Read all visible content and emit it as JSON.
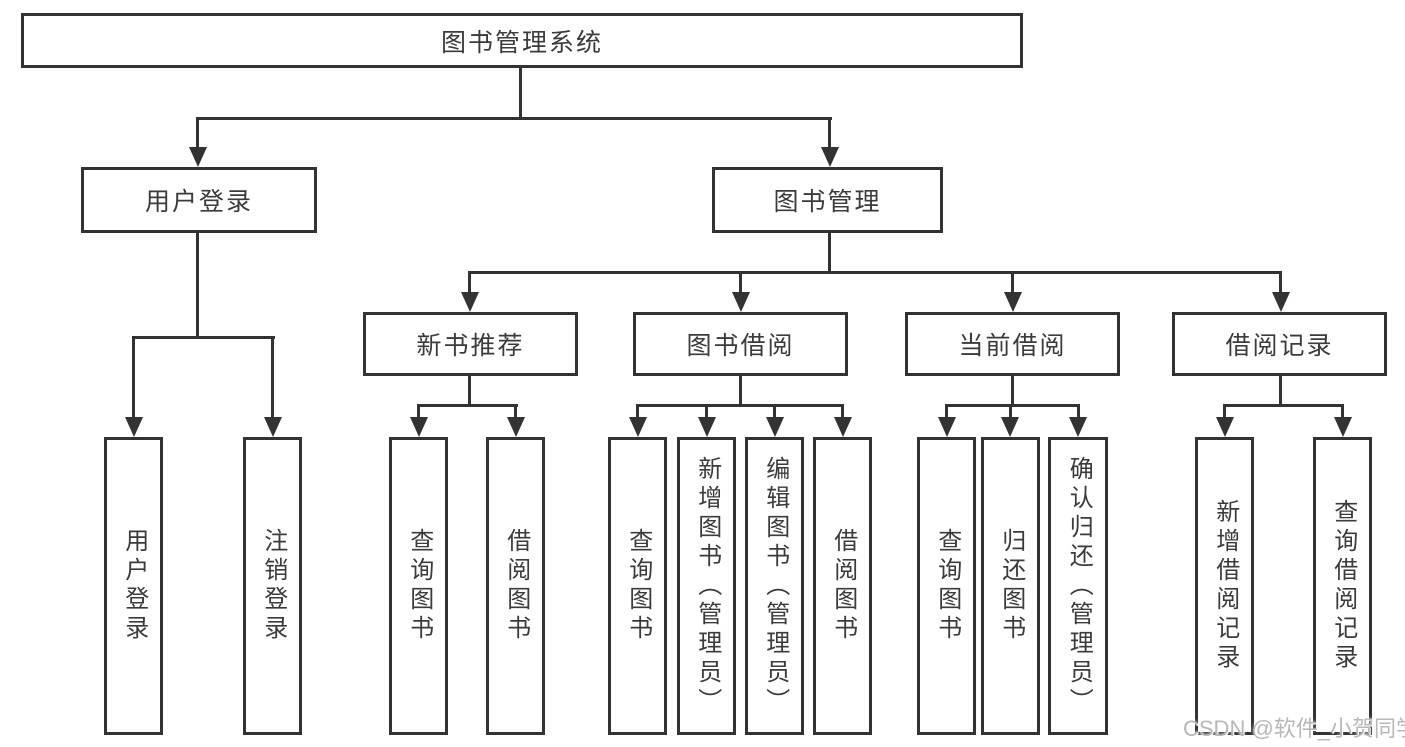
{
  "colors": {
    "line": "#333333",
    "text": "#3b3b3b",
    "box_fill": "#ffffff",
    "watermark": "#b8b8b8"
  },
  "watermark": {
    "text": "CSDN @软件_小贺同学"
  },
  "tree": {
    "root": {
      "label": "图书管理系统",
      "children": [
        {
          "label": "用户登录",
          "children": [
            {
              "label": "用户登录"
            },
            {
              "label": "注销登录"
            }
          ]
        },
        {
          "label": "图书管理",
          "children": [
            {
              "label": "新书推荐",
              "children": [
                {
                  "label": "查询图书"
                },
                {
                  "label": "借阅图书"
                }
              ]
            },
            {
              "label": "图书借阅",
              "children": [
                {
                  "label": "查询图书"
                },
                {
                  "label": "新增图书（管理员）"
                },
                {
                  "label": "编辑图书（管理员）"
                },
                {
                  "label": "借阅图书"
                }
              ]
            },
            {
              "label": "当前借阅",
              "children": [
                {
                  "label": "查询图书"
                },
                {
                  "label": "归还图书"
                },
                {
                  "label": "确认归还（管理员）"
                }
              ]
            },
            {
              "label": "借阅记录",
              "children": [
                {
                  "label": "新增借阅记录"
                },
                {
                  "label": "查询借阅记录"
                }
              ]
            }
          ]
        }
      ]
    }
  }
}
